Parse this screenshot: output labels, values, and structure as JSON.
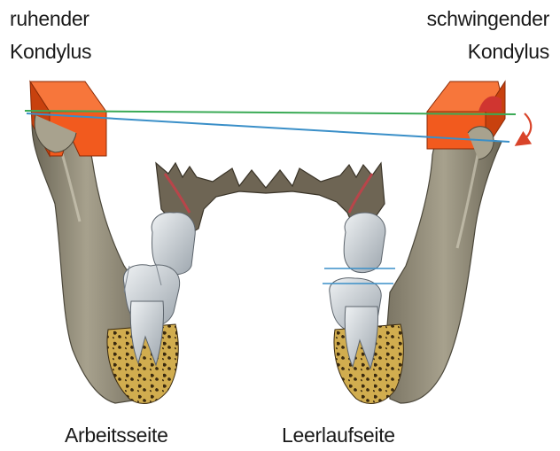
{
  "labels": {
    "top_left_line1": "ruhender",
    "top_left_line2": "Kondylus",
    "top_right_line1": "schwingender",
    "top_right_line2": "Kondylus",
    "bottom_left": "Arbeitsseite",
    "bottom_right": "Leerlaufseite"
  },
  "colors": {
    "condyle_block": "#f25a1e",
    "condyle_block_dark": "#c8410e",
    "bone": "#8f8a78",
    "bone_light": "#b5b09e",
    "bone_dark": "#5f5a4b",
    "cancellous": "#c9a64a",
    "tooth": "#c8cdd2",
    "gingiva": "#b8454a",
    "green_line": "#3aaa55",
    "blue_line": "#3a8fc8",
    "rotation_arrow": "#d9442a"
  },
  "icons": {
    "rotation": "curved-arrow-icon"
  }
}
